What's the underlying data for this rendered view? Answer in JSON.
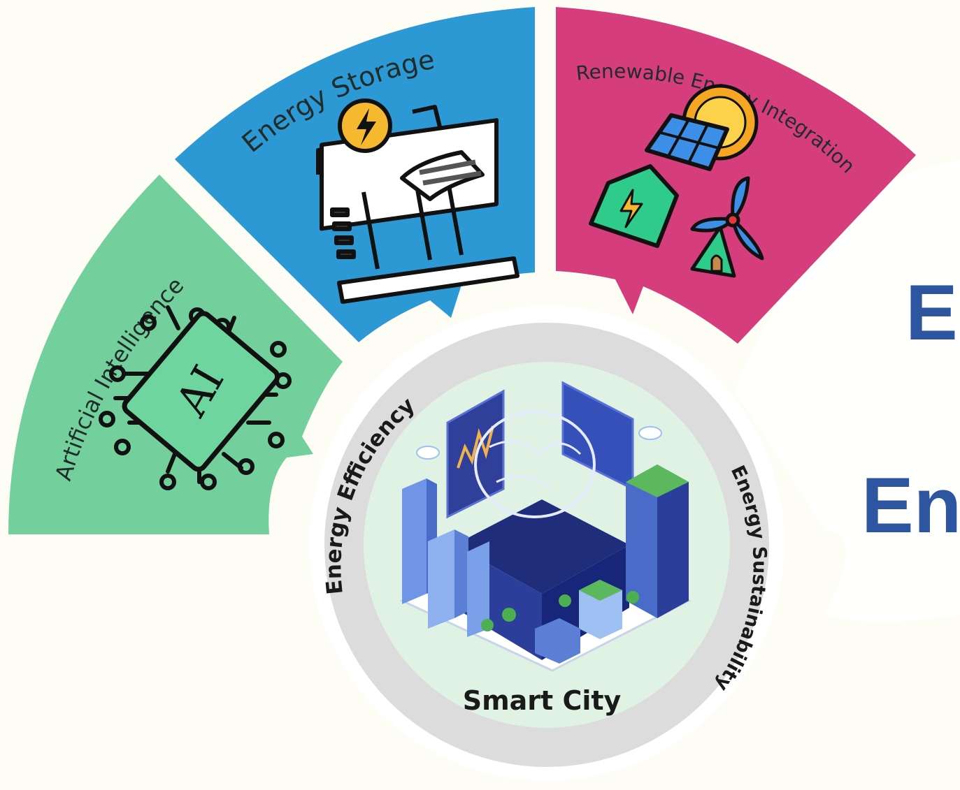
{
  "segments": {
    "ai": {
      "label": "Artificial Intelligence",
      "chip_text": "AI",
      "color": "#73cf9b"
    },
    "storage": {
      "label": "Energy Storage",
      "color": "#2c98d4"
    },
    "renewable": {
      "label": "Renewable Energy Integration",
      "color": "#d63d7c"
    }
  },
  "hub": {
    "ring_color": "#dcdcdc",
    "inner_color": "#dff2e4",
    "efficiency_label": "Energy Efficiency",
    "sustainability_label": "Energy Sustainability",
    "city_label": "Smart City"
  },
  "side_text": {
    "line1": "E",
    "line2": "En",
    "color": "#2d55a0"
  },
  "icons": [
    "ai-chip-icon",
    "battery-storage-icon",
    "lightning-icon",
    "solar-panel-icon",
    "sun-icon",
    "wind-turbine-icon",
    "battery-house-icon",
    "smart-city-illustration"
  ]
}
